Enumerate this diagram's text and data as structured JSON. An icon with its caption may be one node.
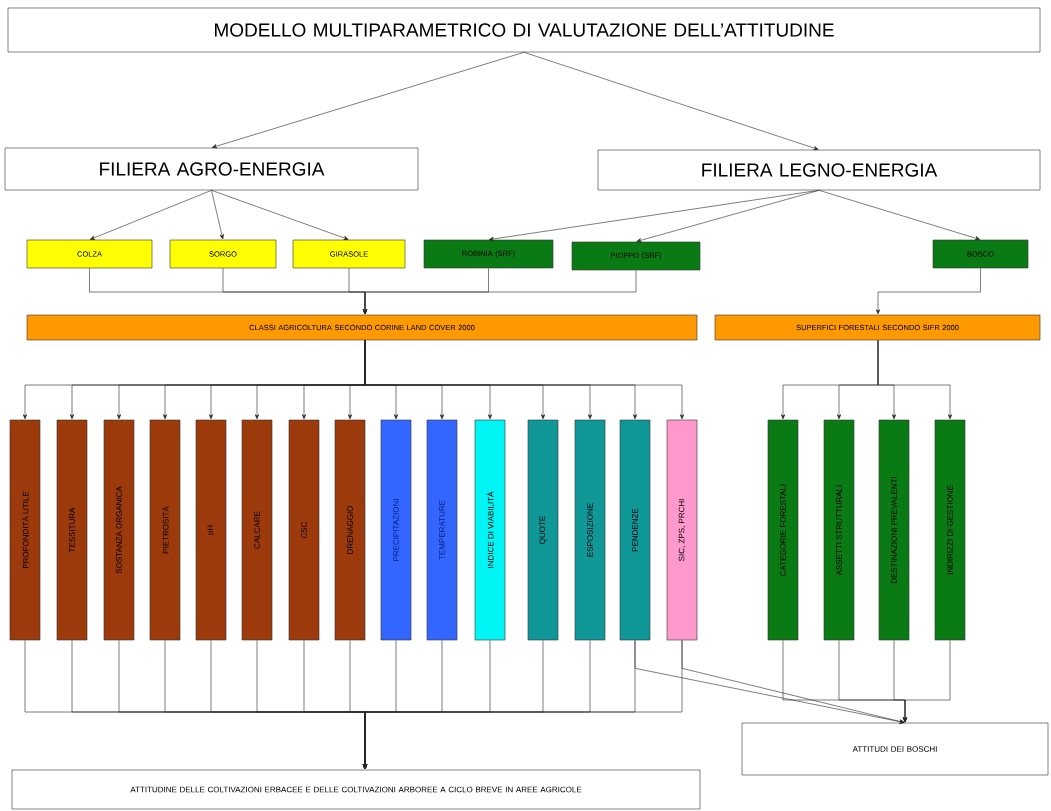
{
  "diagram": {
    "nodes": [
      {
        "text": [
          "MODELLO MULTIPARAMETRICO DI VALUTAZIONE DELL’ATTITUDINE"
        ]
      },
      {
        "text": [
          "FILIERA AGRO-ENERGIA"
        ]
      },
      {
        "text": [
          "FILIERA LEGNO-ENERGIA"
        ]
      },
      {
        "text": [
          "COLZA"
        ]
      },
      {
        "text": [
          "SORGO"
        ]
      },
      {
        "text": [
          "GIRASOLE"
        ]
      },
      {
        "text": [
          "ROBINIA (SRF)"
        ]
      },
      {
        "text": [
          "PIOPPO (SRF)"
        ]
      },
      {
        "text": [
          "BOSCO"
        ]
      },
      {
        "text": [
          "CLASSI AGRICOLTURA SECONDO CORINE LAND COVER 2000"
        ]
      },
      {
        "text": [
          "SUPERFICI FORESTALI SECONDO SIFR 2000"
        ]
      },
      {
        "text": [
          "PROFONDITÀ UTILE"
        ]
      },
      {
        "text": [
          "TESSITURA"
        ]
      },
      {
        "text": [
          "SOSTANZA ORGANICA"
        ]
      },
      {
        "text": [
          "PIETROSITÀ"
        ]
      },
      {
        "text": [
          "pH"
        ]
      },
      {
        "text": [
          "CALCARE"
        ]
      },
      {
        "text": [
          "CSC"
        ]
      },
      {
        "text": [
          "DRENAGGIO"
        ]
      },
      {
        "text": [
          "PRECIPITAZIONI"
        ]
      },
      {
        "text": [
          "TEMPERATURE"
        ]
      },
      {
        "text": [
          "INDICE DI VIABILITÀ"
        ]
      },
      {
        "text": [
          "QUOTE"
        ]
      },
      {
        "text": [
          "ESPOSIZIONE"
        ]
      },
      {
        "text": [
          "PENDENZE"
        ]
      },
      {
        "text": [
          "SIC, ZPS, PRCHI"
        ]
      },
      {
        "text": [
          "CATEGORIE FORESTALI"
        ]
      },
      {
        "text": [
          "ASSETTI STRUTTURALI"
        ]
      },
      {
        "text": [
          "DESTINAZIONI PREVALENTI"
        ]
      },
      {
        "text": [
          "INDIRIZZI DI GESTIONE"
        ]
      },
      {
        "text": [
          "ATTITUDINE DELLE COLTIVAZIONI ERBACEE E DELLE COLTIVAZIONI ARBOREE A CICLO BREVE IN AREE AGRICOLE"
        ]
      },
      {
        "text": [
          "ATTITUDI DEI BOSCHI"
        ]
      }
    ],
    "edges": [
      {
        "from": 0,
        "to": 1,
        "arrow": "to"
      },
      {
        "from": 0,
        "to": 2,
        "arrow": "to"
      },
      {
        "from": 1,
        "to": 3,
        "arrow": "to"
      },
      {
        "from": 1,
        "to": 4,
        "arrow": "to"
      },
      {
        "from": 1,
        "to": 5,
        "arrow": "to"
      },
      {
        "from": 2,
        "to": 6,
        "arrow": "to"
      },
      {
        "from": 2,
        "to": 7,
        "arrow": "to"
      },
      {
        "from": 2,
        "to": 8,
        "arrow": "to"
      },
      {
        "from": 3,
        "to": 9,
        "arrow": "to"
      },
      {
        "from": 4,
        "to": 9,
        "arrow": "to"
      },
      {
        "from": 5,
        "to": 9,
        "arrow": "to"
      },
      {
        "from": 6,
        "to": 9,
        "arrow": "to"
      },
      {
        "from": 7,
        "to": 9,
        "arrow": "to"
      },
      {
        "from": 8,
        "to": 10,
        "arrow": "to"
      },
      {
        "from": 9,
        "to": 11,
        "arrow": "to"
      },
      {
        "from": 9,
        "to": 12,
        "arrow": "to"
      },
      {
        "from": 9,
        "to": 13,
        "arrow": "to"
      },
      {
        "from": 9,
        "to": 14,
        "arrow": "to"
      },
      {
        "from": 9,
        "to": 15,
        "arrow": "to"
      },
      {
        "from": 9,
        "to": 16,
        "arrow": "to"
      },
      {
        "from": 9,
        "to": 17,
        "arrow": "to"
      },
      {
        "from": 9,
        "to": 18,
        "arrow": "to"
      },
      {
        "from": 9,
        "to": 19,
        "arrow": "to"
      },
      {
        "from": 9,
        "to": 20,
        "arrow": "to"
      },
      {
        "from": 9,
        "to": 21,
        "arrow": "to"
      },
      {
        "from": 9,
        "to": 22,
        "arrow": "to"
      },
      {
        "from": 9,
        "to": 23,
        "arrow": "to"
      },
      {
        "from": 9,
        "to": 24,
        "arrow": "to"
      },
      {
        "from": 9,
        "to": 25,
        "arrow": "to"
      },
      {
        "from": 10,
        "to": 26,
        "arrow": "to"
      },
      {
        "from": 10,
        "to": 27,
        "arrow": "to"
      },
      {
        "from": 10,
        "to": 28,
        "arrow": "to"
      },
      {
        "from": 10,
        "to": 29,
        "arrow": "to"
      },
      {
        "from": 11,
        "to": 30,
        "arrow": "to"
      },
      {
        "from": 12,
        "to": 30,
        "arrow": "to"
      },
      {
        "from": 13,
        "to": 30,
        "arrow": "to"
      },
      {
        "from": 14,
        "to": 30,
        "arrow": "to"
      },
      {
        "from": 15,
        "to": 30,
        "arrow": "to"
      },
      {
        "from": 16,
        "to": 30,
        "arrow": "to"
      },
      {
        "from": 17,
        "to": 30,
        "arrow": "to"
      },
      {
        "from": 18,
        "to": 30,
        "arrow": "to"
      },
      {
        "from": 19,
        "to": 30,
        "arrow": "to"
      },
      {
        "from": 20,
        "to": 30,
        "arrow": "to"
      },
      {
        "from": 21,
        "to": 30,
        "arrow": "to"
      },
      {
        "from": 22,
        "to": 30,
        "arrow": "to"
      },
      {
        "from": 23,
        "to": 30,
        "arrow": "to"
      },
      {
        "from": 24,
        "to": 30,
        "arrow": "to"
      },
      {
        "from": 25,
        "to": 30,
        "arrow": "to"
      },
      {
        "from": 24,
        "to": 31,
        "arrow": "to"
      },
      {
        "from": 25,
        "to": 31,
        "arrow": "to"
      },
      {
        "from": 26,
        "to": 31,
        "arrow": "to"
      },
      {
        "from": 27,
        "to": 31,
        "arrow": "to"
      },
      {
        "from": 28,
        "to": 31,
        "arrow": "to"
      },
      {
        "from": 29,
        "to": 31,
        "arrow": "to"
      }
    ]
  }
}
